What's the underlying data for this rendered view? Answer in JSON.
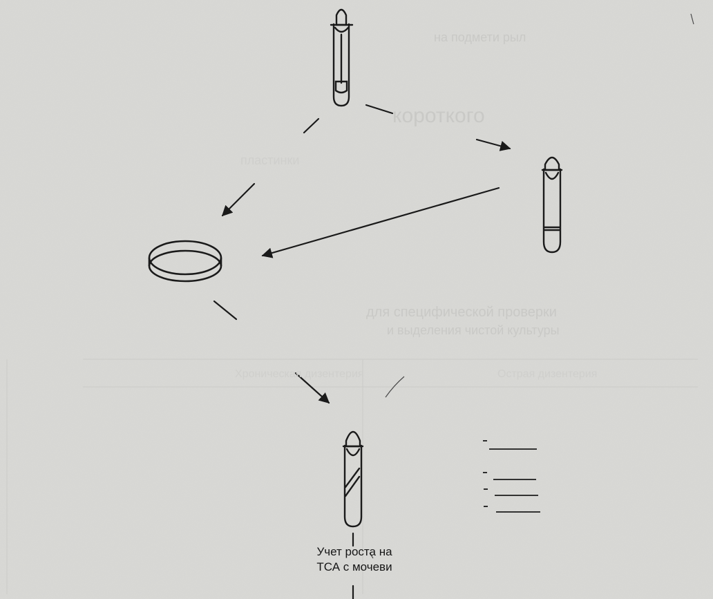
{
  "diagram": {
    "caption_line1": "Учет роста на",
    "caption_line2": "ТСА с мочеви",
    "faded_text": {
      "top_right": "на подмети рыл",
      "upper_middle": "короткого",
      "side_label": "пластинки",
      "mid_heading_line1": "для специфической проверки",
      "mid_heading_line2": "и выделения чистой культуры",
      "table_left": "Острая дизентерия",
      "table_right": "Хроническая дизентерия"
    },
    "colors": {
      "paper": "#d9d9d6",
      "ink": "#1a1a1a",
      "faded": "#c8c8c5"
    }
  }
}
